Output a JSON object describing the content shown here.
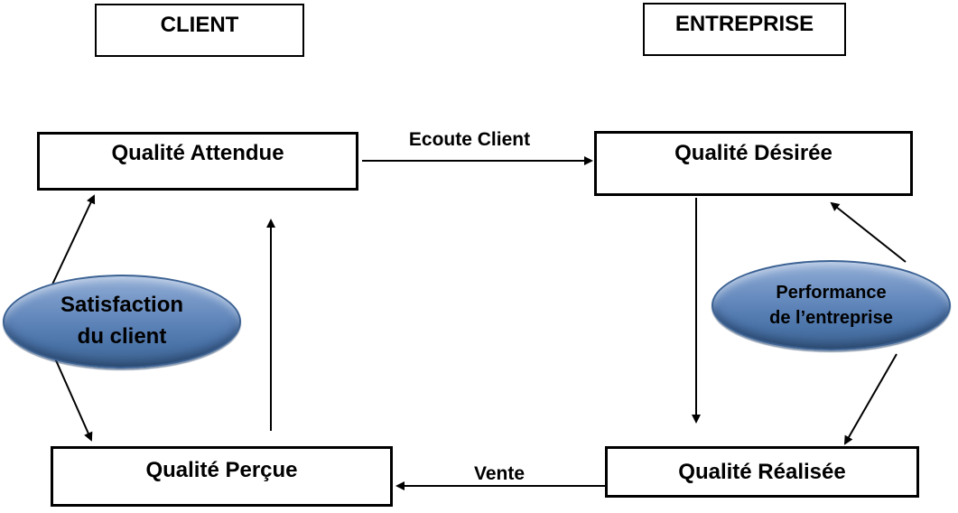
{
  "diagram": {
    "title_semantic": "Quality perception cycle between client and company",
    "headers": {
      "client": "CLIENT",
      "entreprise": "ENTREPRISE"
    },
    "boxes": {
      "attendue": "Qualité Attendue",
      "desiree": "Qualité Désirée",
      "percue": "Qualité Perçue",
      "realisee": "Qualité Réalisée"
    },
    "ellipses": {
      "satisfaction": {
        "line1": "Satisfaction",
        "line2": "du client"
      },
      "performance": {
        "line1": "Performance",
        "line2": "de l’entreprise"
      }
    },
    "edge_labels": {
      "ecoute_client": "Ecoute Client",
      "vente": "Vente"
    },
    "arrows": [
      "qualite-attendue -> qualite-desiree (Ecoute Client)",
      "qualite-desiree -> qualite-realisee",
      "qualite-realisee -> qualite-percue (Vente)",
      "qualite-percue -> qualite-attendue",
      "satisfaction-ellipse -> qualite-attendue",
      "satisfaction-ellipse -> qualite-percue",
      "performance-ellipse -> qualite-desiree",
      "performance-ellipse -> qualite-realisee"
    ],
    "colors": {
      "background": "#ffffff",
      "box_border": "#000000",
      "text": "#000000",
      "arrow": "#000000",
      "ellipse_fill_top": "#93aed6",
      "ellipse_fill_mid": "#5d83b8",
      "ellipse_fill_bottom": "#3f6591",
      "ellipse_border": "#3c6293"
    }
  }
}
